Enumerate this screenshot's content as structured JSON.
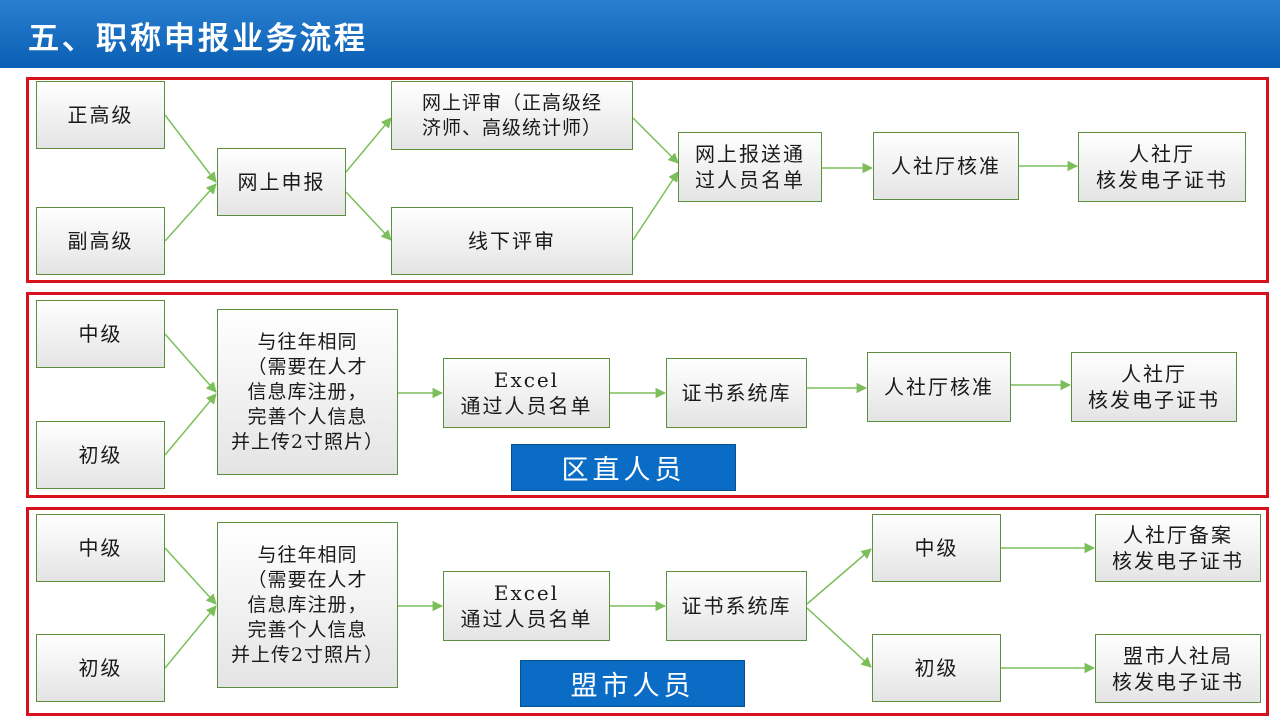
{
  "header": {
    "title": "五、职称申报业务流程"
  },
  "section1": {
    "zheng_gao": "正高级",
    "fu_gao": "副高级",
    "online_apply": "网上申报",
    "online_review": "网上评审（正高级经\n济师、高级统计师）",
    "offline_review": "线下评审",
    "submit_list": "网上报送通\n过人员名单",
    "approve": "人社厅核准",
    "issue": "人社厅\n核发电子证书"
  },
  "section2": {
    "mid": "中级",
    "junior": "初级",
    "same": "与往年相同\n（需要在人才\n信息库注册，\n完善个人信息\n并上传2寸照片）",
    "excel": "Excel\n通过人员名单",
    "cert_db": "证书系统库",
    "approve": "人社厅核准",
    "issue": "人社厅\n核发电子证书",
    "badge": "区直人员"
  },
  "section3": {
    "mid": "中级",
    "junior": "初级",
    "same": "与往年相同\n（需要在人才\n信息库注册，\n完善个人信息\n并上传2寸照片）",
    "excel": "Excel\n通过人员名单",
    "cert_db": "证书系统库",
    "mid_out": "中级",
    "junior_out": "初级",
    "issue_mid": "人社厅备案\n核发电子证书",
    "issue_junior": "盟市人社局\n核发电子证书",
    "badge": "盟市人员"
  },
  "colors": {
    "frame": "#d8121d",
    "header": "#0a5fb4",
    "arrow": "#7cbf5a",
    "badge": "#0a6cc4"
  }
}
